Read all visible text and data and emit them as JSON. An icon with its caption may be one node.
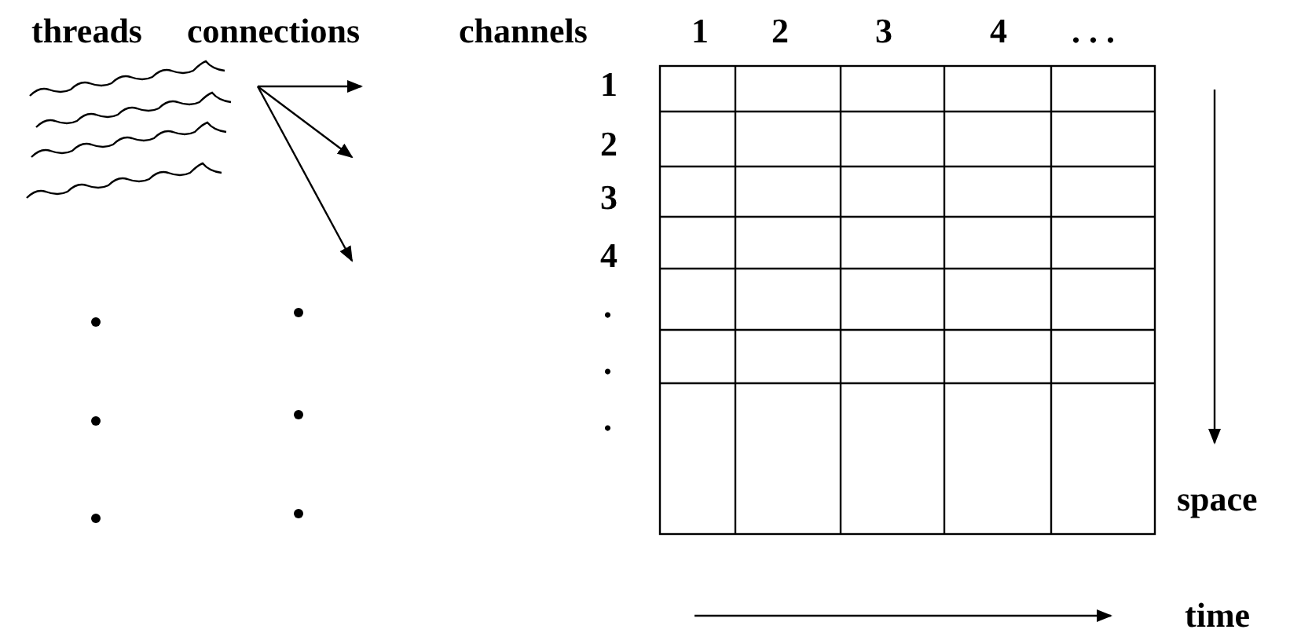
{
  "diagram": {
    "labels": [
      "threads",
      "connections",
      "channels",
      "1",
      "2",
      "3",
      "4",
      ". . .",
      "1",
      "2",
      "3",
      "4",
      ".",
      ".",
      ".",
      "space",
      "time"
    ]
  }
}
